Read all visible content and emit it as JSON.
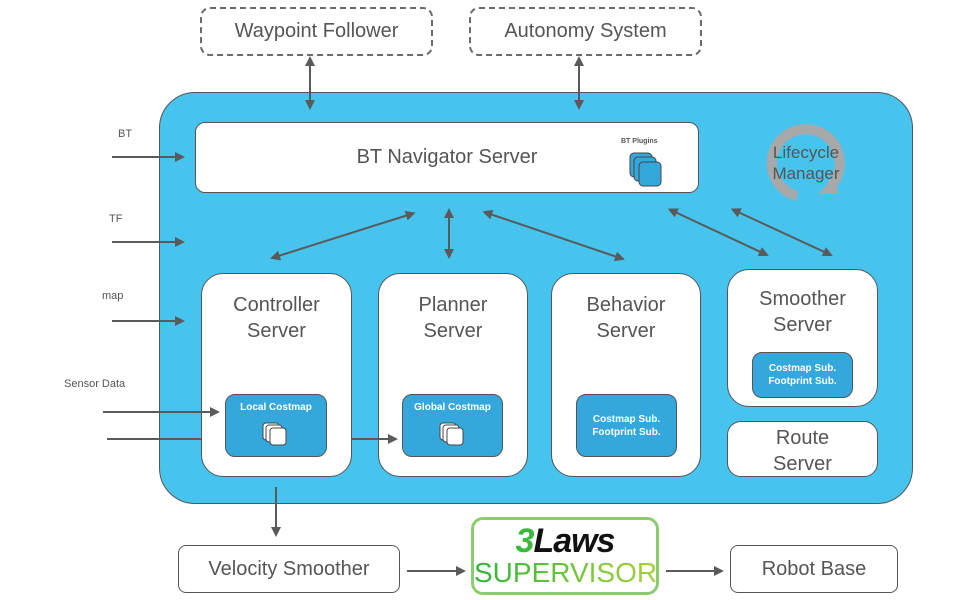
{
  "external": {
    "waypoint_follower": "Waypoint Follower",
    "autonomy_system": "Autonomy System"
  },
  "inputs": {
    "bt": "BT",
    "tf": "TF",
    "map": "map",
    "sensor_data": "Sensor Data"
  },
  "bt_navigator": {
    "title": "BT Navigator Server",
    "plugins_label": "BT Plugins"
  },
  "lifecycle_manager": {
    "line1": "Lifecycle",
    "line2": "Manager"
  },
  "servers": {
    "controller": {
      "line1": "Controller",
      "line2": "Server",
      "sub_label": "Local Costmap"
    },
    "planner": {
      "line1": "Planner",
      "line2": "Server",
      "sub_label": "Global Costmap"
    },
    "behavior": {
      "line1": "Behavior",
      "line2": "Server",
      "sub_line1": "Costmap Sub.",
      "sub_line2": "Footprint Sub."
    },
    "smoother": {
      "line1": "Smoother",
      "line2": "Server",
      "sub_line1": "Costmap Sub.",
      "sub_line2": "Footprint Sub."
    },
    "route": {
      "line1": "Route",
      "line2": "Server"
    }
  },
  "output_chain": {
    "velocity_smoother": "Velocity Smoother",
    "supervisor_brand_num": "3",
    "supervisor_brand_word": "Laws",
    "supervisor_label": "SUPERVISOR",
    "robot_base": "Robot Base"
  },
  "colors": {
    "container_blue": "#47c4ee",
    "sub_box_blue": "#34a7dc",
    "arrow_gray": "#5a5a5a",
    "supervisor_green": "#3cb93c",
    "supervisor_border": "#8ccc6e"
  }
}
